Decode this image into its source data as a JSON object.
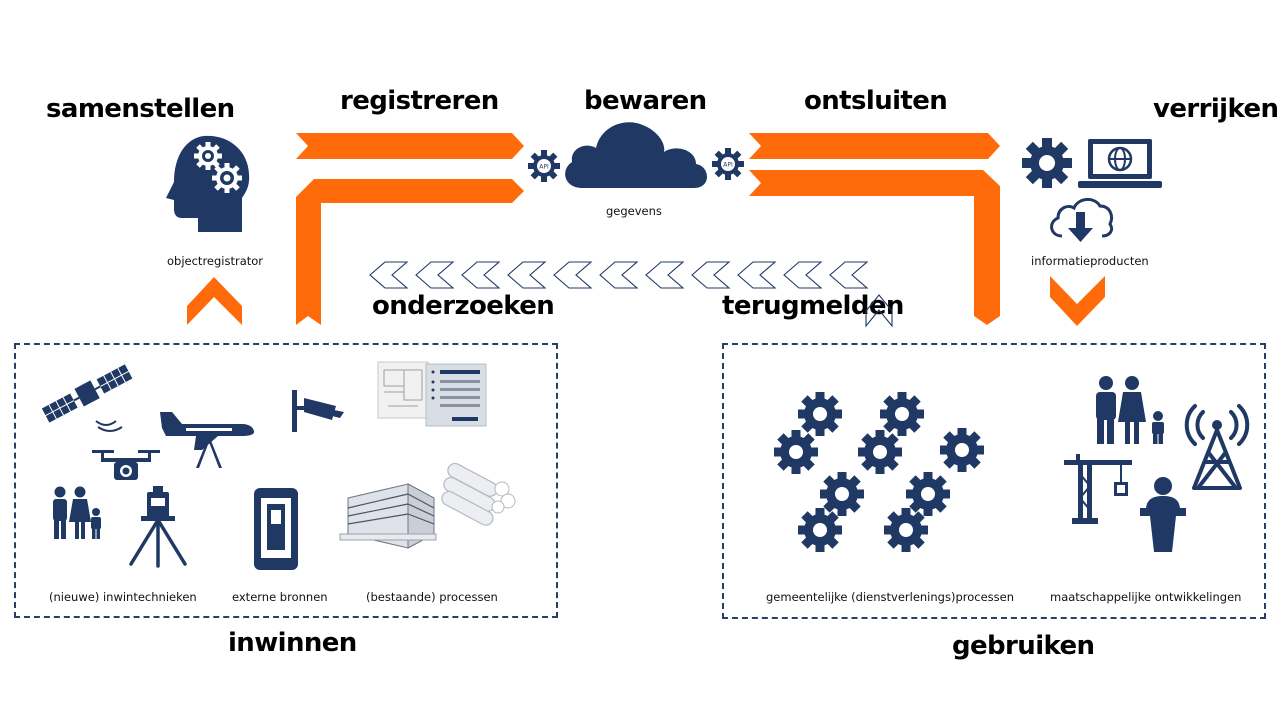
{
  "stages": {
    "samenstellen": "samenstellen",
    "registreren": "registreren",
    "bewaren": "bewaren",
    "ontsluiten": "ontsluiten",
    "verrijken": "verrijken",
    "onderzoeken": "onderzoeken",
    "terugmelden": "terugmelden",
    "inwinnen": "inwinnen",
    "gebruiken": "gebruiken"
  },
  "labels": {
    "objectregistrator": "objectregistrator",
    "gegevens": "gegevens",
    "informatieproducten": "informatieproducten",
    "inwintechnieken": "(nieuwe) inwintechnieken",
    "externe_bronnen": "externe bronnen",
    "bestaande_processen": "(bestaande) processen",
    "gemeentelijke_processen": "gemeentelijke (dienstverlenings)processen",
    "maatschappelijke_ontwikkelingen": "maatschappelijke ontwikkelingen"
  },
  "icons": {
    "head": "head-gears-icon",
    "cloud": "cloud-icon",
    "api_gear": "api-gear-icon",
    "laptop": "laptop-globe-icon",
    "cloud_download": "cloud-download-icon",
    "satellite": "satellite-icon",
    "drone": "drone-icon",
    "plane": "airplane-icon",
    "camera": "security-camera-icon",
    "family": "family-icon",
    "theodolite": "theodolite-icon",
    "phone": "phone-icon",
    "building": "building-icon",
    "document": "document-icon",
    "rolls": "paper-rolls-icon",
    "gears": "gears-icon",
    "crane": "crane-icon",
    "speaker": "speaker-icon",
    "tower": "antenna-tower-icon"
  },
  "colors": {
    "accent": "#ff6b0a",
    "navy": "#1f3864"
  }
}
